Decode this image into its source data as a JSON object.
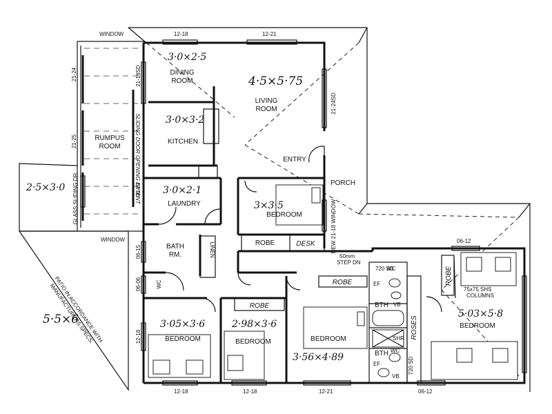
{
  "rooms": {
    "dining": [
      "DINING",
      "ROOM"
    ],
    "living": [
      "LIVING",
      "ROOM"
    ],
    "kitchen": "KITCHEN",
    "entry": "ENTRY",
    "porch": "PORCH",
    "rumpus": [
      "RUMPUS",
      "ROOM"
    ],
    "laundry": "LAUNDRY",
    "bedroom_center": "BEDROOM",
    "robe_center": "ROBE",
    "desk": "DESK",
    "bath": [
      "BATH",
      "RM."
    ],
    "linen": "LINEN",
    "wc": "WC",
    "bedroom_sw": "BEDROOM",
    "bedroom_s": "BEDROOM",
    "bedroom_se": "BEDROOM",
    "bedroom_master": "BEDROOM",
    "robe_s": "ROBE",
    "robe_se": "ROBE",
    "robe_master": "ROBE",
    "roses": "ROSES",
    "bth": "BTH"
  },
  "window_labels": {
    "top_left": "WINDOW",
    "top_dining": "12-18",
    "top_living": "12-21",
    "left_top": "21-24",
    "left_mid": "21-25",
    "right_living": "21-24SD",
    "dining_side": "21-18SD",
    "laundry_side": "06-09",
    "bath_a": "06-15",
    "bath_b": "06-06",
    "bed_left": "12-18",
    "bottom_1": "12-18",
    "bottom_2": "12-18",
    "bottom_3": "12-21",
    "bottom_4": "06-12",
    "master_top": "06-12",
    "window_mid": "WINDOW",
    "new_window": "NEW 21-18 WINDOW",
    "glass_door": "GLASS SLIDING DR",
    "step": [
      "50mm",
      "STEP DN"
    ],
    "sd_top": "720 SD",
    "sd_bottom": "720 SD",
    "columns": [
      "75x75 SHS",
      "COLUMNS"
    ]
  },
  "fixtures": {
    "wc_a": "WC",
    "ef_a": "EF",
    "vb_a": "VB",
    "shr": "SHR",
    "wc_b": "WC",
    "ef_b": "EF",
    "vb_b": "VB"
  },
  "side_notes": {
    "extension": "SLIDING DOOR OPENING EXTENT",
    "patio": [
      "PATIO IN ACCORDANCE WITH",
      "MANUFACTURERS SPECS."
    ]
  },
  "handwritten": {
    "dining": "3·0×2·5",
    "living": "4·5×5·75",
    "kitchen": "3·0×3·2",
    "laundry": "3·0×2·1",
    "deck": "2·5×3·0",
    "bed_center": "3×3·5",
    "bed_sw": "3·05×3·6",
    "bed_s": "2·98×3·6",
    "bed_se": "3·56×4·89",
    "master": "5·03×5·8",
    "patio": "5·5×6"
  }
}
